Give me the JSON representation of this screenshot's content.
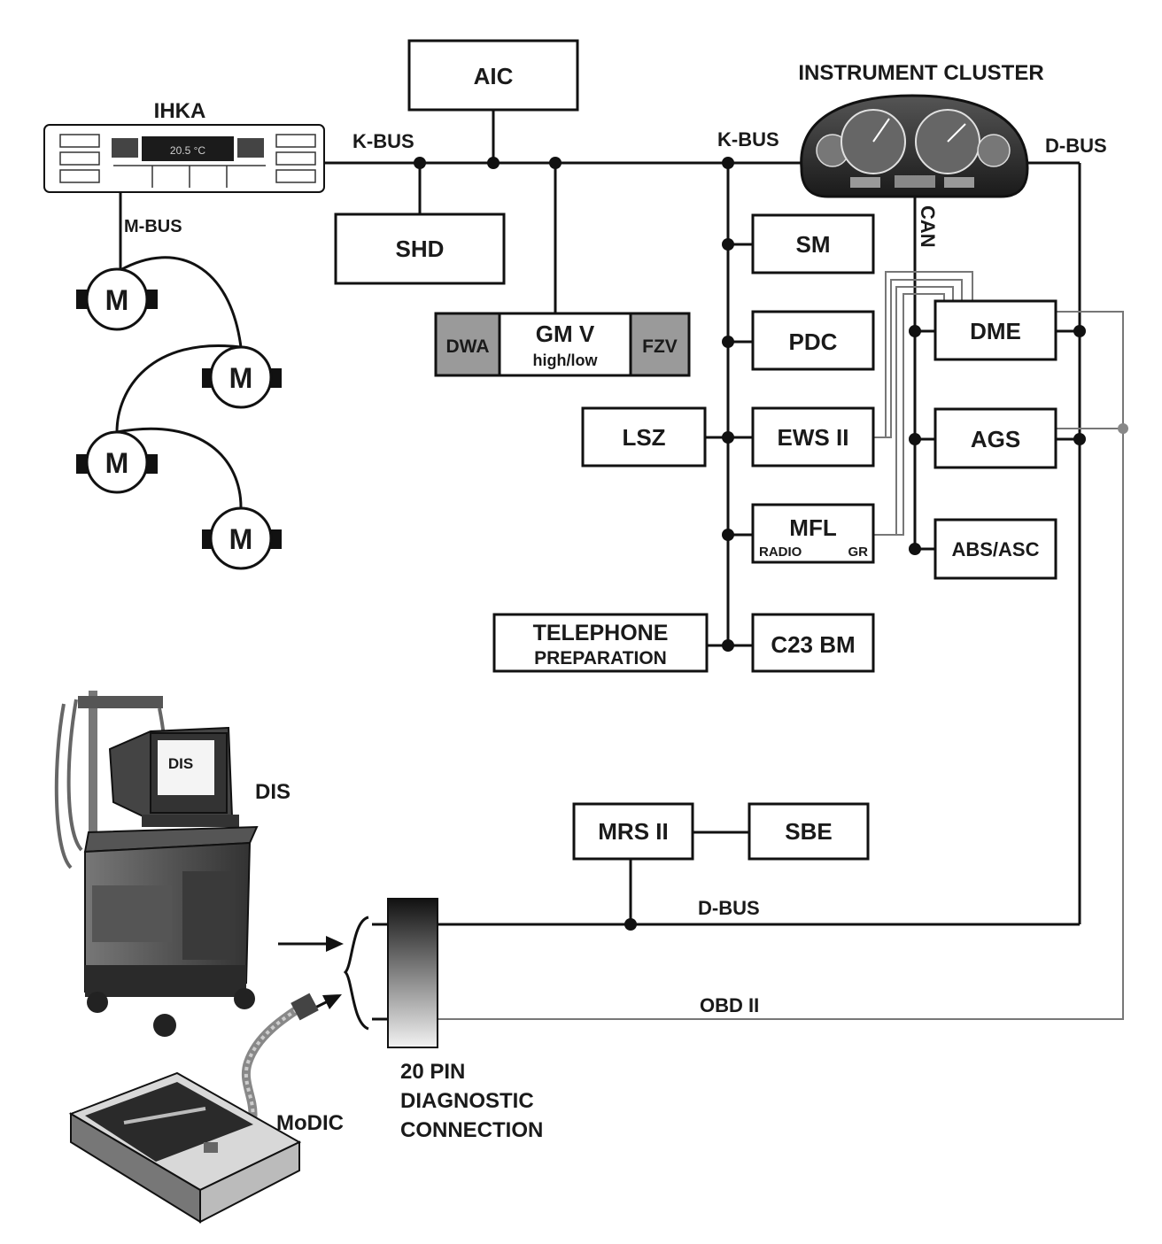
{
  "colors": {
    "line": "#111111",
    "obd_line": "#777777",
    "gray_module": "#9a9a9a"
  },
  "buses": {
    "k_bus_left": "K-BUS",
    "k_bus_right": "K-BUS",
    "d_bus_top": "D-BUS",
    "d_bus_bottom": "D-BUS",
    "m_bus": "M-BUS",
    "can": "CAN",
    "obd": "OBD II"
  },
  "components": {
    "ihka": "IHKA",
    "ihka_display": "20.5 °C",
    "instrument_cluster": "INSTRUMENT CLUSTER",
    "aic": "AIC",
    "shd": "SHD",
    "gm_v": "GM V",
    "gm_v_sub": "high/low",
    "dwa": "DWA",
    "fzv": "FZV",
    "sm": "SM",
    "pdc": "PDC",
    "lsz": "LSZ",
    "ews": "EWS II",
    "mfl": "MFL",
    "mfl_radio": "RADIO",
    "mfl_gr": "GR",
    "tel_line1": "TELEPHONE",
    "tel_line2": "PREPARATION",
    "c23": "C23 BM",
    "dme": "DME",
    "ags": "AGS",
    "abs": "ABS/ASC",
    "mrs": "MRS II",
    "sbe": "SBE",
    "motor": "M",
    "dis": "DIS",
    "dis_screen": "DIS",
    "modic": "MoDIC",
    "diag_line1": "20 PIN",
    "diag_line2": "DIAGNOSTIC",
    "diag_line3": "CONNECTION"
  }
}
